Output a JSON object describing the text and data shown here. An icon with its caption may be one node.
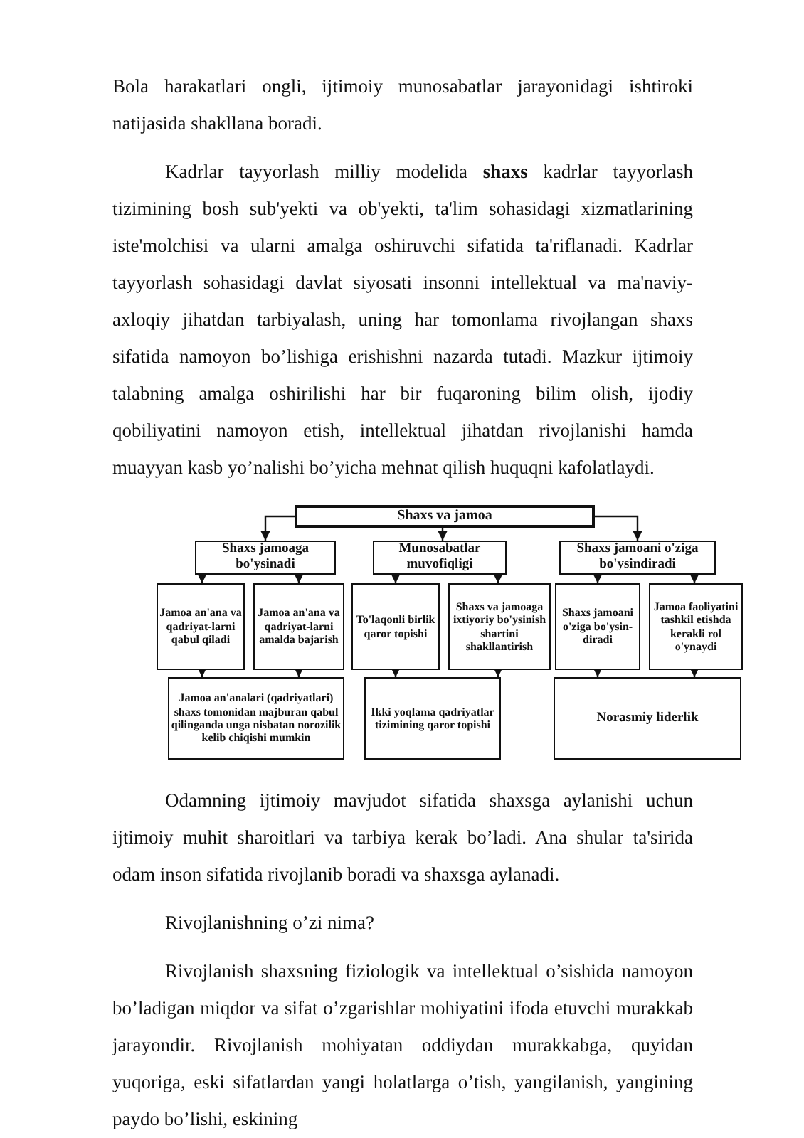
{
  "diagram": {
    "nodes": [
      {
        "text": [
          "Shaxs va jamoa"
        ]
      },
      {
        "text": [
          "Shaxs jamoaga bo'ysinadi"
        ]
      },
      {
        "text": [
          "Munosabatlar muvofiqligi"
        ]
      },
      {
        "text": [
          "Shaxs jamoani o'ziga bo'ysindiradi"
        ]
      },
      {
        "text": [
          "Jamoa an'ana va qadriyat-larni qabul qiladi"
        ]
      },
      {
        "text": [
          "Jamoa an'ana va qadriyat-larni amalda bajarish"
        ]
      },
      {
        "text": [
          "To'laqonli birlik qaror topishi"
        ]
      },
      {
        "text": [
          "Shaxs va jamoaga ixtiyoriy bo'ysinish shartini shakllantirish"
        ]
      },
      {
        "text": [
          "Shaxs jamoani o'ziga bo'ysin-diradi"
        ]
      },
      {
        "text": [
          "Jamoa faoliyatini tashkil etishda kerakli rol o'ynaydi"
        ]
      },
      {
        "text": [
          "Jamoa an'analari (qadriyatlari) shaxs tomonidan majburan qabul qilinganda unga nisbatan norozilik kelib chiqishi mumkin"
        ]
      },
      {
        "text": [
          "Ikki yoqlama qadriyatlar tizimining qaror topishi"
        ]
      },
      {
        "text": [
          "Norasmiy liderlik"
        ]
      }
    ],
    "edges": [
      {
        "from": 0,
        "to": 1,
        "arrow": "to"
      },
      {
        "from": 0,
        "to": 2,
        "arrow": "to"
      },
      {
        "from": 0,
        "to": 3,
        "arrow": "to"
      },
      {
        "from": 1,
        "to": 4,
        "arrow": "to"
      },
      {
        "from": 1,
        "to": 5,
        "arrow": "to"
      },
      {
        "from": 2,
        "to": 6,
        "arrow": "to"
      },
      {
        "from": 2,
        "to": 7,
        "arrow": "to"
      },
      {
        "from": 3,
        "to": 8,
        "arrow": "to"
      },
      {
        "from": 3,
        "to": 9,
        "arrow": "to"
      },
      {
        "from": 4,
        "to": 10,
        "arrow": "to"
      },
      {
        "from": 5,
        "to": 10,
        "arrow": "to"
      },
      {
        "from": 6,
        "to": 11,
        "arrow": "to"
      },
      {
        "from": 7,
        "to": 11,
        "arrow": "to"
      },
      {
        "from": 8,
        "to": 12,
        "arrow": "to"
      },
      {
        "from": 9,
        "to": 12,
        "arrow": "to"
      }
    ],
    "labels": [
      "Bola harakatlari ongli, ijtimoiy munosabatlar jarayonidagi ishtiroki natijasida shakllana boradi.",
      "Kadrlar tayyorlash milliy modelida **shaxs** kadrlar tayyorlash tizimining bosh sub'yekti va ob'yekti, ta'lim sohasidagi xizmatlarining iste'molchisi va ularni amalga oshiruvchi sifatida ta'riflanadi. Kadrlar tayyorlash sohasidagi davlat siyosati insonni intellektual va ma'naviy-axloqiy jihatdan tarbiyalash, uning har tomonlama rivojlangan shaxs sifatida namoyon bo’lishiga erishishni nazarda tutadi. Mazkur ijtimoiy talabning amalga oshirilishi har bir fuqaroning bilim olish, ijodiy qobiliyatini namoyon etish, intellektual jihatdan rivojlanishi hamda muayyan kasb yo’nalishi bo’yicha mehnat qilish huquqni kafolatlaydi.",
      "Odamning ijtimoiy mavjudot sifatida shaxsga aylanishi uchun ijtimoiy muhit sharoitlari va tarbiya kerak bo’ladi. Ana shular ta'sirida odam inson sifatida rivojlanib boradi va shaxsga aylanadi.",
      "Rivojlanishning o’zi nima?",
      "Rivojlanish shaxsning fiziologik va intellektual o’sishida namoyon bo’ladigan miqdor va sifat o’zgarishlar mohiyatini ifoda etuvchi murakkab jarayondir. Rivojlanish mohiyatan oddiydan murakkabga, quyidan yuqoriga, eski sifatlardan yangi holatlarga o’tish, yangilanish, yangining paydo bo’lishi, eskining"
    ]
  }
}
